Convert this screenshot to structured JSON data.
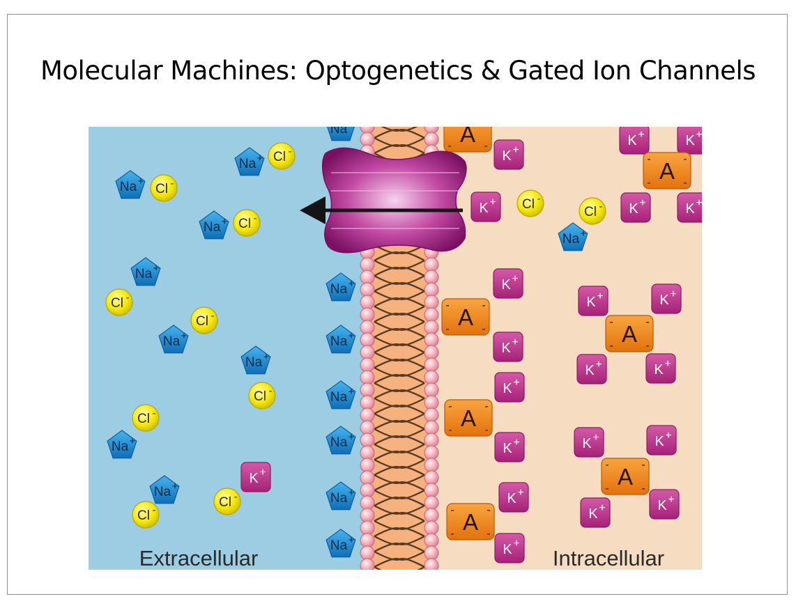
{
  "slide": {
    "title": "Molecular Machines: Optogenetics & Gated Ion Channels"
  },
  "diagram": {
    "labels": {
      "extracellular": "Extracellular",
      "intracellular": "Intracellular"
    },
    "ions": {
      "sodium": {
        "symbol": "Na",
        "charge": "+"
      },
      "chloride": {
        "symbol": "Cl",
        "charge": "-"
      },
      "potassium": {
        "symbol": "K",
        "charge": "+"
      },
      "anion": {
        "symbol": "A",
        "charge": "-"
      }
    },
    "colors": {
      "extracellular_bg": "#9ccde3",
      "intracellular_bg": "#f6dcc1",
      "sodium": "#1e8fd6",
      "chloride": "#f2e600",
      "potassium": "#c23c92",
      "anion": "#f08a1c",
      "membrane_head": "#f4a8b4",
      "channel": "#9c1f7e"
    },
    "icons": {
      "channel": "ion-channel-icon",
      "arrow": "efflux-arrow-icon"
    }
  }
}
